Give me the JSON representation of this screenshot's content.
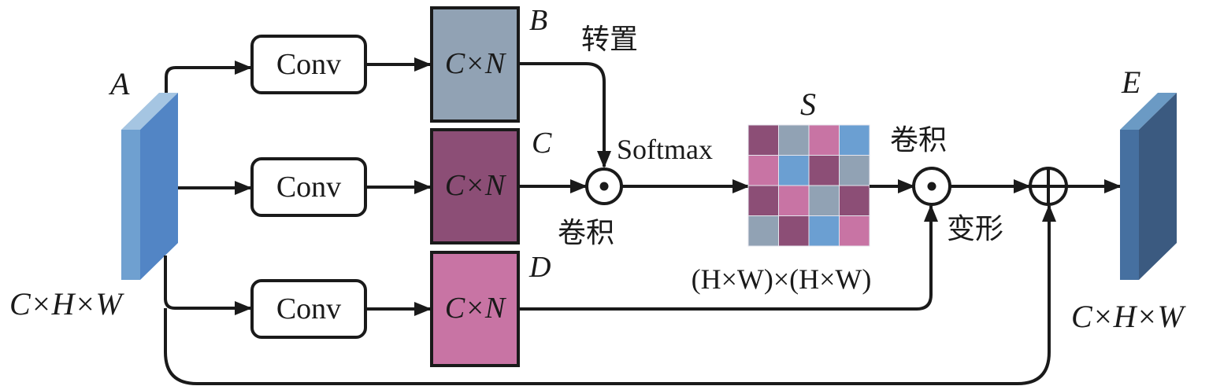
{
  "diagram": {
    "title": "Position attention module",
    "input": {
      "label": "A",
      "dims": "C×H×W",
      "colors": {
        "front": "#6fa0d0",
        "side": "#5285c5",
        "top": "#a5c5e2"
      }
    },
    "output": {
      "label": "E",
      "dims": "C×H×W",
      "colors": {
        "front": "#4670a0",
        "side": "#3b5a80",
        "top": "#6b9ac4"
      }
    },
    "conv_blocks": [
      {
        "label": "Conv"
      },
      {
        "label": "Conv"
      },
      {
        "label": "Conv"
      }
    ],
    "feature_maps": [
      {
        "name": "B",
        "dims": "C×N",
        "color": "#91a2b4"
      },
      {
        "name": "C",
        "dims": "C×N",
        "color": "#8c4e76"
      },
      {
        "name": "D",
        "dims": "C×N",
        "color": "#c874a4"
      }
    ],
    "annotations": {
      "transpose": "转置",
      "convolution_1": "卷积",
      "softmax": "Softmax",
      "convolution_2": "卷积",
      "reshape": "变形"
    },
    "attention_map": {
      "label": "S",
      "dims": "(H×W)×(H×W)",
      "grid": [
        [
          "#8c4e76",
          "#91a2b4",
          "#c874a4",
          "#6b9fd2"
        ],
        [
          "#c874a4",
          "#6b9fd2",
          "#8c4e76",
          "#91a2b4"
        ],
        [
          "#8c4e76",
          "#c874a4",
          "#91a2b4",
          "#8c4e76"
        ],
        [
          "#91a2b4",
          "#8c4e76",
          "#6b9fd2",
          "#c874a4"
        ]
      ]
    },
    "operators": {
      "matmul_symbol": "⊙",
      "add_symbol": "⊕"
    }
  }
}
